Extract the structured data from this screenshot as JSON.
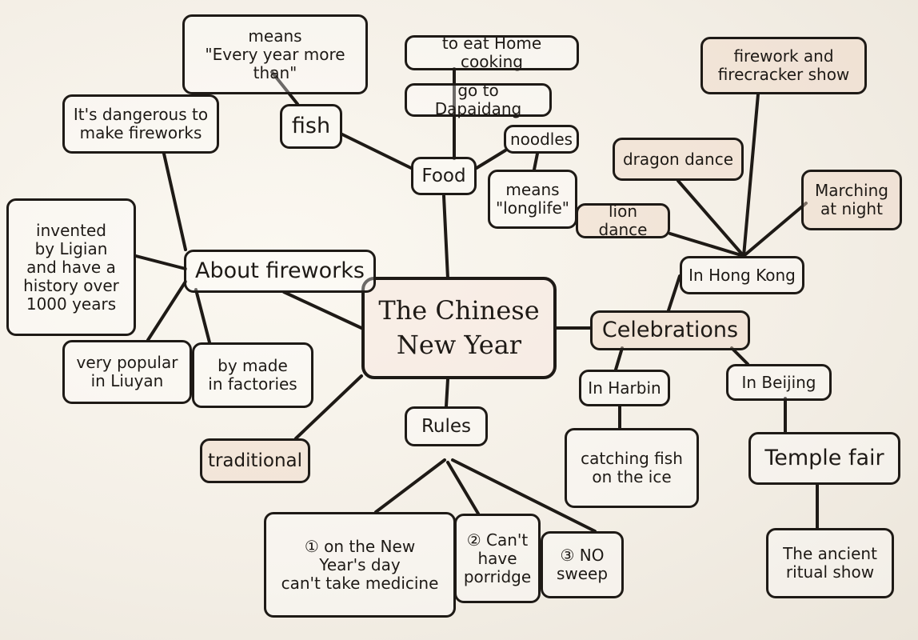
{
  "center": "The Chinese\nNew Year",
  "about_fireworks": {
    "label": "About fireworks",
    "items": [
      "It's dangerous to\nmake fireworks",
      "invented\nby Ligian\nand have a\nhistory over\n1000 years",
      "very popular\nin Liuyan",
      "by made\nin factories",
      "traditional"
    ]
  },
  "food": {
    "label": "Food",
    "items": [
      "to eat Home cooking",
      "go to Dapaidang",
      "fish",
      "means\n\"Every year more\nthan\"",
      "noodles",
      "means\n\"longlife\""
    ]
  },
  "celebrations": {
    "label": "Celebrations",
    "hong_kong": {
      "label": "In Hong Kong",
      "items": [
        "firework and\nfirecracker show",
        "dragon dance",
        "Marching\nat night",
        "lion dance"
      ]
    },
    "harbin": {
      "label": "In Harbin",
      "items": [
        "catching fish\non the ice"
      ]
    },
    "beijing": {
      "label": "In Beijing",
      "items": [
        "Temple fair",
        "The ancient\nritual show"
      ]
    }
  },
  "rules": {
    "label": "Rules",
    "items": [
      "① on the New\nYear's day\ncan't take medicine",
      "② Can't\nhave\nporridge",
      "③ NO\nsweep"
    ]
  }
}
